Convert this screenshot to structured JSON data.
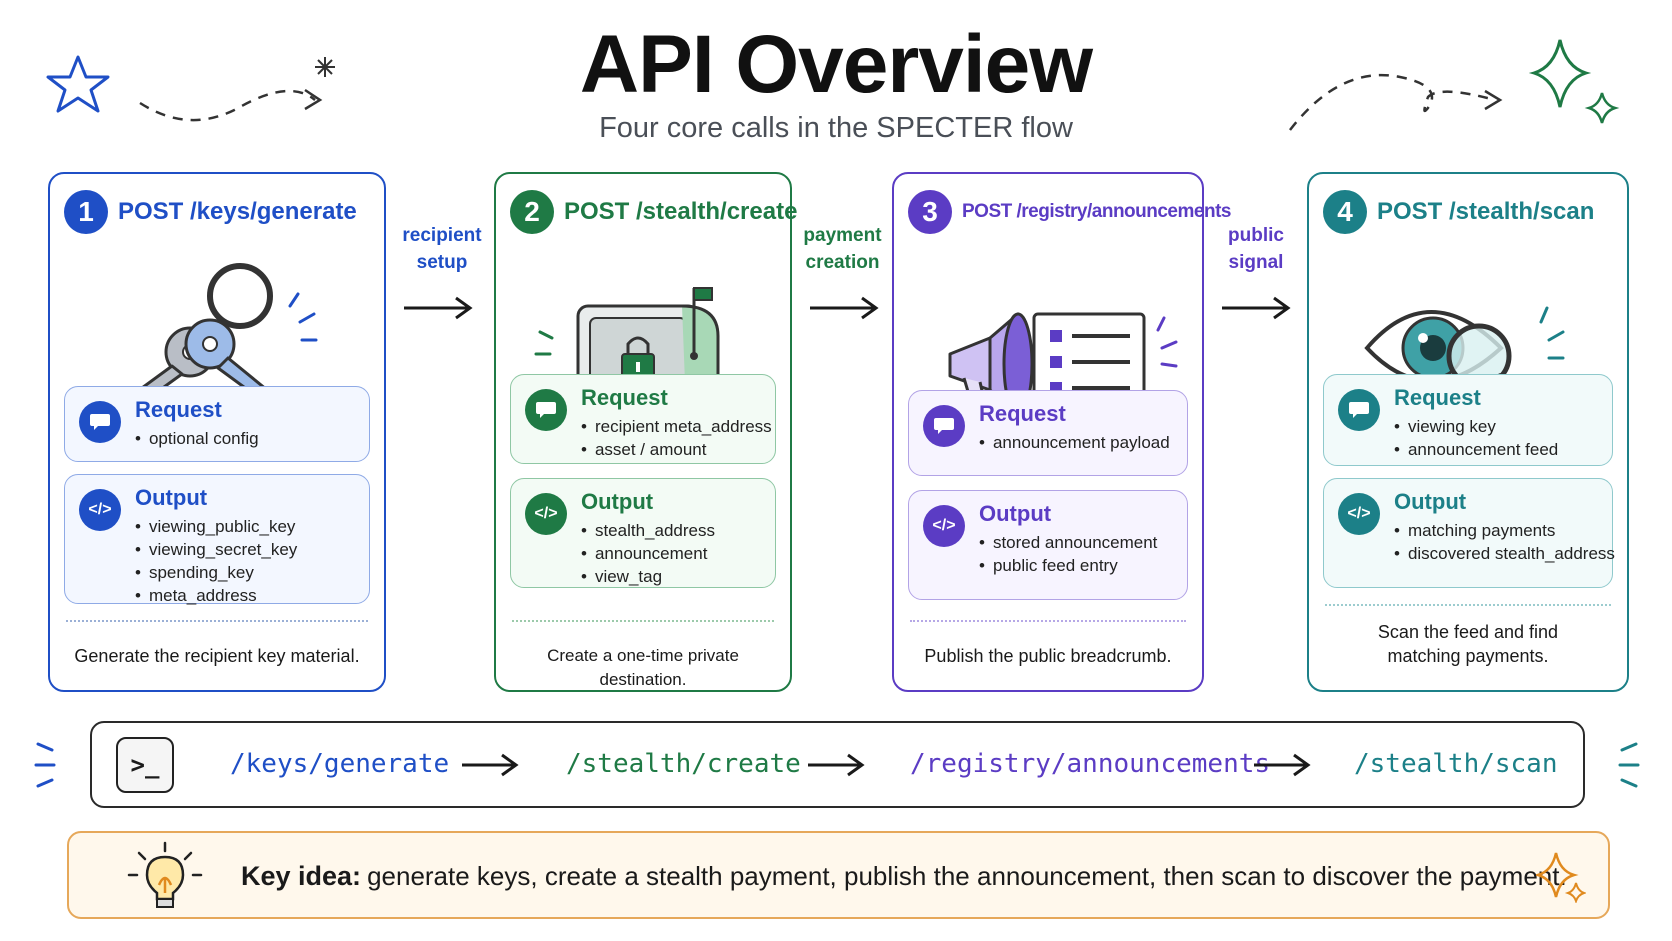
{
  "header": {
    "title": "API Overview",
    "subtitle": "Four core calls in the SPECTER flow"
  },
  "steps": [
    {
      "number": "1",
      "endpoint": "POST /keys/generate",
      "color": "#1f4fc6",
      "illustration": "keys-icon",
      "request": {
        "label": "Request",
        "items": [
          "optional config"
        ]
      },
      "output": {
        "label": "Output",
        "items": [
          "viewing_public_key",
          "viewing_secret_key",
          "spending_key",
          "meta_address"
        ]
      },
      "caption": "Generate the recipient key material."
    },
    {
      "number": "2",
      "endpoint": "POST /stealth/create",
      "color": "#1f7a45",
      "illustration": "locked-mailbox-icon",
      "request": {
        "label": "Request",
        "items": [
          "recipient meta_address",
          "asset / amount"
        ]
      },
      "output": {
        "label": "Output",
        "items": [
          "stealth_address",
          "announcement",
          "view_tag"
        ]
      },
      "caption": "Create a one-time private destination."
    },
    {
      "number": "3",
      "endpoint": "POST /registry/announcements",
      "color": "#5b3cc4",
      "illustration": "megaphone-list-icon",
      "request": {
        "label": "Request",
        "items": [
          "announcement payload"
        ]
      },
      "output": {
        "label": "Output",
        "items": [
          "stored announcement",
          "public feed entry"
        ]
      },
      "caption": "Publish the public breadcrumb."
    },
    {
      "number": "4",
      "endpoint": "POST /stealth/scan",
      "color": "#1c8088",
      "illustration": "eye-magnifier-icon",
      "request": {
        "label": "Request",
        "items": [
          "viewing key",
          "announcement feed"
        ]
      },
      "output": {
        "label": "Output",
        "items": [
          "matching payments",
          "discovered stealth_address"
        ]
      },
      "caption": "Scan the feed and find matching payments."
    }
  ],
  "transitions": [
    {
      "line1": "recipient",
      "line2": "setup"
    },
    {
      "line1": "payment",
      "line2": "creation"
    },
    {
      "line1": "public",
      "line2": "signal"
    }
  ],
  "terminal": {
    "prompt": ">_",
    "paths": [
      "/keys/generate",
      "/stealth/create",
      "/registry/announcements",
      "/stealth/scan"
    ]
  },
  "key_idea": {
    "label": "Key idea:",
    "text": "generate keys, create a stealth payment, publish the announcement, then scan to discover the payment."
  }
}
